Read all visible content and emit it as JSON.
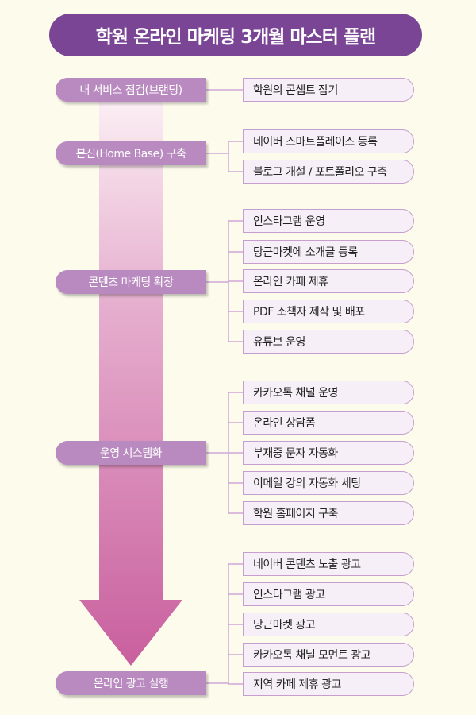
{
  "title": "학원 온라인 마케팅 3개월 마스터 플랜",
  "colors": {
    "title_bg": "#7a4595",
    "stage_bg": "#b98abf",
    "item_bg": "#f6eff7",
    "item_border": "#c79ed0",
    "arrow": "#cc66a0",
    "background": "#fdfcec"
  },
  "stages": [
    {
      "label": "내 서비스 점검(브랜딩)",
      "items": [
        "학원의 콘셉트 잡기"
      ]
    },
    {
      "label": "본진(Home Base) 구축",
      "items": [
        "네이버 스마트플레이스 등록",
        "블로그 개설 / 포트폴리오 구축"
      ]
    },
    {
      "label": "콘텐츠 마케팅 확장",
      "items": [
        "인스타그램 운영",
        "당근마켓에 소개글 등록",
        "온라인 카페 제휴",
        "PDF 소책자 제작 및 배포",
        "유튜브 운영"
      ]
    },
    {
      "label": "운영 시스템화",
      "items": [
        "카카오톡 채널 운영",
        "온라인 상담폼",
        "부재중 문자 자동화",
        "이메일 강의 자동화 세팅",
        "학원 홈페이지 구축"
      ]
    },
    {
      "label": "온라인 광고 실행",
      "items": [
        "네이버 콘텐츠 노출 광고",
        "인스타그램 광고",
        "당근마켓 광고",
        "카카오톡 채널 모먼트 광고",
        "지역 카페 제휴 광고"
      ]
    }
  ]
}
